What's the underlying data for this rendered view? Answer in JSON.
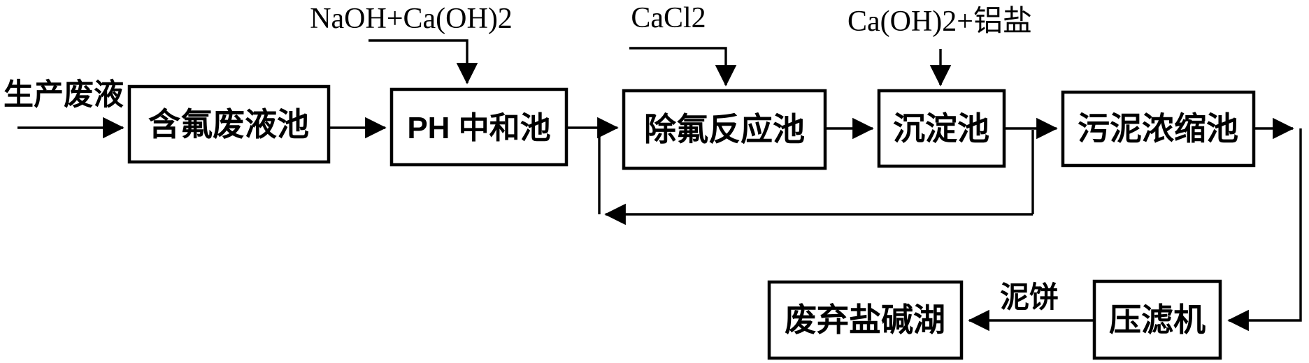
{
  "page": {
    "background_color": "#ffffff",
    "line_color": "#000000"
  },
  "diagram": {
    "boxes": {
      "fluoride_waste_tank": {
        "label": "含氟废液池"
      },
      "ph_neutralization_tank": {
        "label": "PH 中和池"
      },
      "defluorination_reaction_tank": {
        "label": "除氟反应池"
      },
      "sedimentation_tank": {
        "label": "沉淀池"
      },
      "sludge_thickening_tank": {
        "label": "污泥浓缩池"
      },
      "abandoned_salt_alkali_lake": {
        "label": "废弃盐碱湖"
      },
      "filter_press": {
        "label": "压滤机"
      }
    },
    "reagent_labels": {
      "naoh_caoh2": {
        "label": "NaOH+Ca(OH)2"
      },
      "cacl2": {
        "label": "CaCl2"
      },
      "caoh2_aluminum_salt": {
        "label": "Ca(OH)2+铝盐"
      }
    },
    "stream_labels": {
      "production_waste_liquid": {
        "label": "生产废液"
      },
      "mud_cake": {
        "label": "泥饼"
      }
    }
  }
}
